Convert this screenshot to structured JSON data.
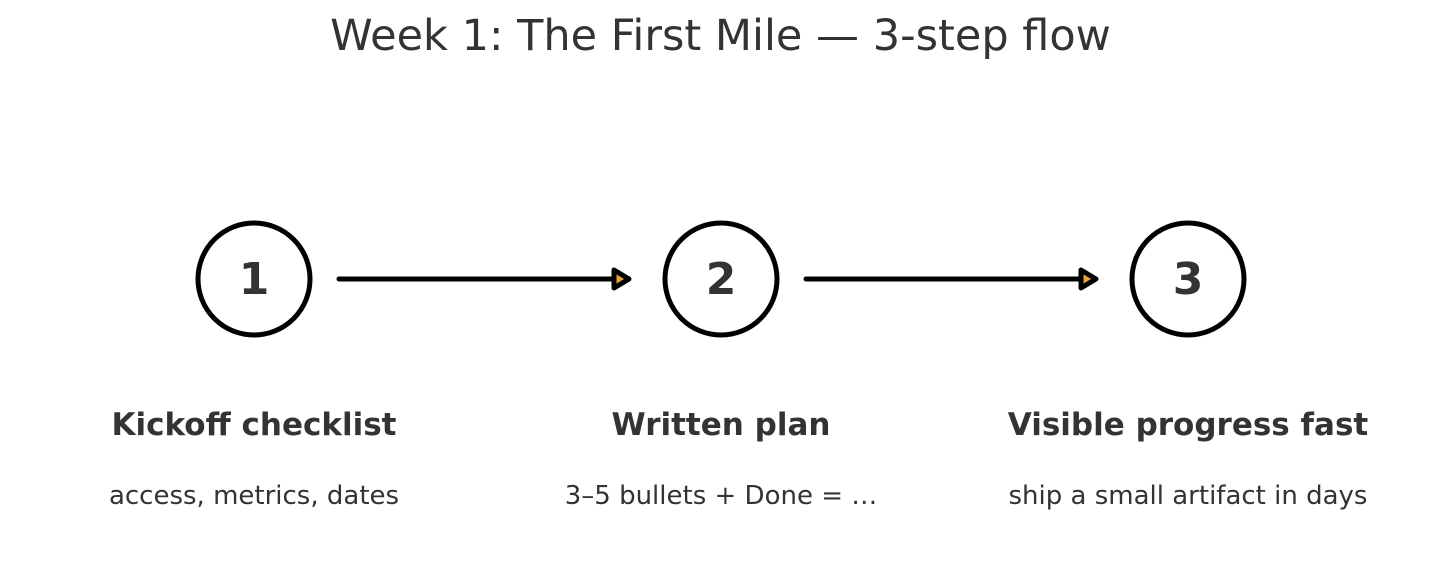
{
  "title": "Week 1: The First Mile — 3-step flow",
  "colors": {
    "stroke": "#000000",
    "text": "#333333",
    "arrowhead_accent": "#e8a33d"
  },
  "steps": [
    {
      "number": "1",
      "label": "Kickoff checklist",
      "description": "access, metrics, dates"
    },
    {
      "number": "2",
      "label": "Written plan",
      "description": "3–5 bullets + Done = …"
    },
    {
      "number": "3",
      "label": "Visible progress fast",
      "description": "ship a small artifact in days"
    }
  ]
}
